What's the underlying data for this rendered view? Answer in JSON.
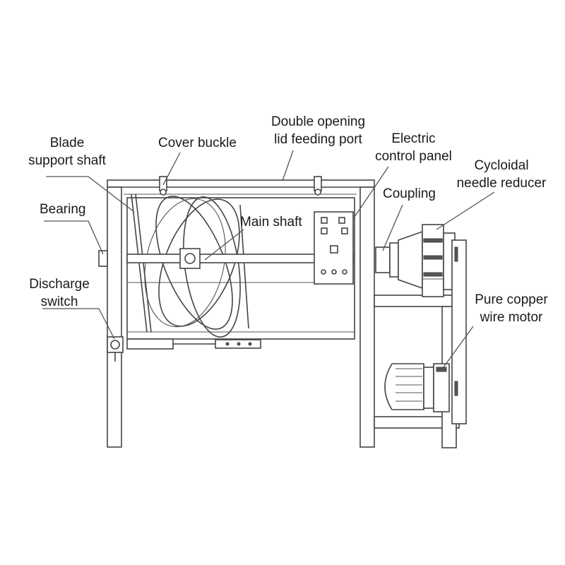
{
  "labels": {
    "blade_support_shaft": [
      "Blade",
      "support shaft"
    ],
    "cover_buckle": [
      "Cover buckle"
    ],
    "feeding_port": [
      "Double opening",
      "lid feeding port"
    ],
    "electric_control_panel": [
      "Electric",
      "control panel"
    ],
    "cycloidal_reducer": [
      "Cycloidal",
      "needle reducer"
    ],
    "coupling": [
      "Coupling"
    ],
    "bearing": [
      "Bearing"
    ],
    "main_shaft": [
      "Main shaft"
    ],
    "discharge_switch": [
      "Discharge",
      "switch"
    ],
    "motor": [
      "Pure copper",
      "wire motor"
    ]
  }
}
